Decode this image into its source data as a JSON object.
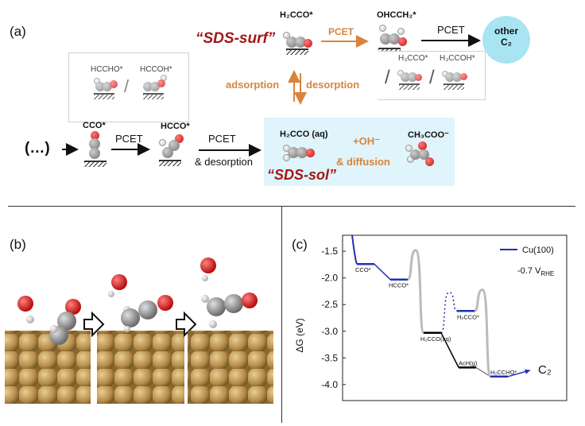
{
  "panel_a": {
    "label": "(a)",
    "sds_surf": "“SDS-surf”",
    "sds_sol": "“SDS-sol”",
    "h2cco_star": "H₂CCO*",
    "ohcch2_star": "OHCCH₂*",
    "pcet": "PCET",
    "pcet_top": "PCET",
    "pcet_1": "PCET",
    "pcet_2": "PCET",
    "desorption_step": "& desorption",
    "other_c2": "other\nC₂",
    "hccho_star": "HCCHO*",
    "hccoh_star": "HCCOH*",
    "h3cco_star": "H₃CCO*",
    "h3ccoh_star": "H₃CCOH*",
    "adsorption": "adsorption",
    "desorption": "desorption",
    "ellipsis": "(…)",
    "cco_star": "CCO*",
    "hcco_star": "HCCO*",
    "h2cco_aq": "H₂CCO (aq)",
    "oh_minus": "+OH⁻",
    "diffusion": "& diffusion",
    "ch3coo": "CH₃COO⁻",
    "colors": {
      "orange": "#d9843c",
      "red_title": "#a11818",
      "cyan": "#a9e4f2",
      "sol_box": "#dff4fb"
    }
  },
  "panel_b": {
    "label": "(b)"
  },
  "panel_c": {
    "label": "(c)",
    "ylabel": "ΔG (eV)",
    "legend": "Cu(100)",
    "potential": "-0.7 V",
    "potential_sub": "RHE",
    "c2_label": "C₂",
    "chart_data": {
      "type": "line",
      "ylim": [
        -4.3,
        -1.2
      ],
      "yticks": [
        -1.5,
        -2.0,
        -2.5,
        -3.0,
        -3.5,
        -4.0
      ],
      "ytick_labels": [
        "-1.5",
        "-2.0",
        "-2.5",
        "-3.0",
        "-3.5",
        "-4.0"
      ],
      "states": [
        {
          "name": "CCO*",
          "g": -1.74,
          "color": "#1f2fb3"
        },
        {
          "name": "HCCO*",
          "g": -2.03,
          "color": "#1f2fb3"
        },
        {
          "name": "H₂CCO(aq)",
          "g": -3.03,
          "color": "#000000"
        },
        {
          "name": "H₂CCO*",
          "g": -2.62,
          "color": "#1f2fb3"
        },
        {
          "name": "AcH(g)",
          "g": -3.68,
          "color": "#000000"
        },
        {
          "name": "H₂CCHO*",
          "g": -3.85,
          "color": "#1f2fb3"
        }
      ],
      "barriers": [
        {
          "from": "HCCO*",
          "to": "H₂CCO(aq)",
          "peak": -1.48
        },
        {
          "from": "H₂CCO(aq)",
          "to": "H₂CCO*",
          "peak": -2.27,
          "dotted": true
        },
        {
          "from": "H₂CCO*",
          "to": "H₂CCHO*",
          "peak": -2.22
        }
      ]
    }
  }
}
